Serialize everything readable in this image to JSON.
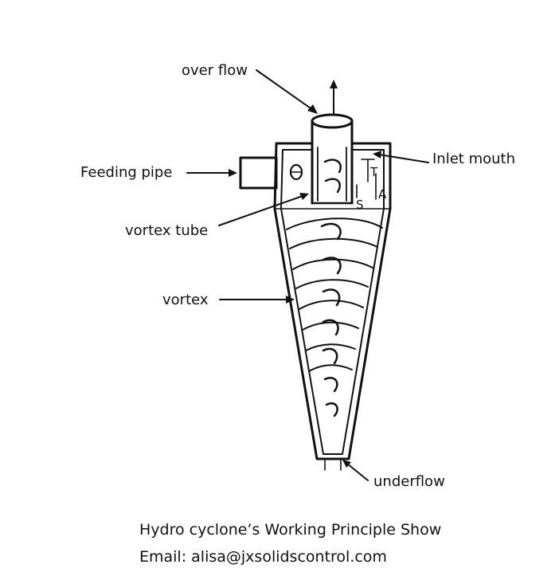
{
  "labels": {
    "overflow": "over flow",
    "feeding_pipe": "Feeding pipe",
    "vortex_tube": "vortex tube",
    "vortex": "vortex",
    "inlet_mouth": "Inlet mouth",
    "underflow": "underflow"
  },
  "dimension_marks": {
    "t": "T",
    "a": "A",
    "s": "S"
  },
  "caption": {
    "title": "Hydro cyclone’s Working Principle Show",
    "email": "Email: alisa@jxsolidscontrol.com"
  }
}
